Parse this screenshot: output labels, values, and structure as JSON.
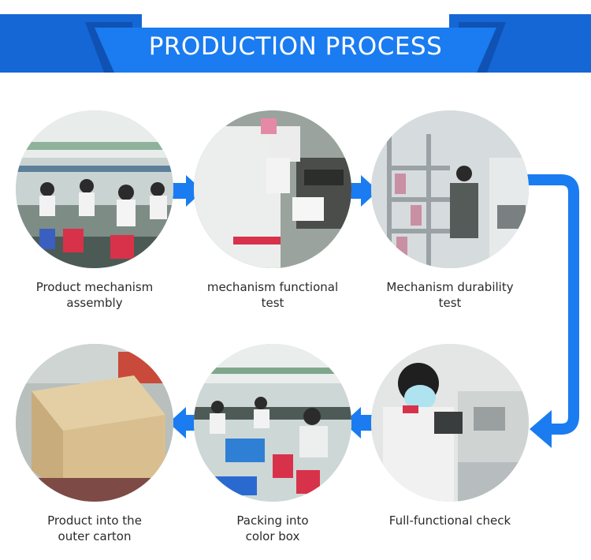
{
  "header": {
    "title": "PRODUCTION PROCESS",
    "color": "#1a7cf0"
  },
  "steps": [
    {
      "line1": "Product mechanism",
      "line2": "assembly"
    },
    {
      "line1": "mechanism functional",
      "line2": "test"
    },
    {
      "line1": "Mechanism durability",
      "line2": "test"
    },
    {
      "line1": "Full-functional check",
      "line2": ""
    },
    {
      "line1": "Packing into",
      "line2": "color box"
    },
    {
      "line1": "Product into the",
      "line2": "outer carton"
    }
  ]
}
